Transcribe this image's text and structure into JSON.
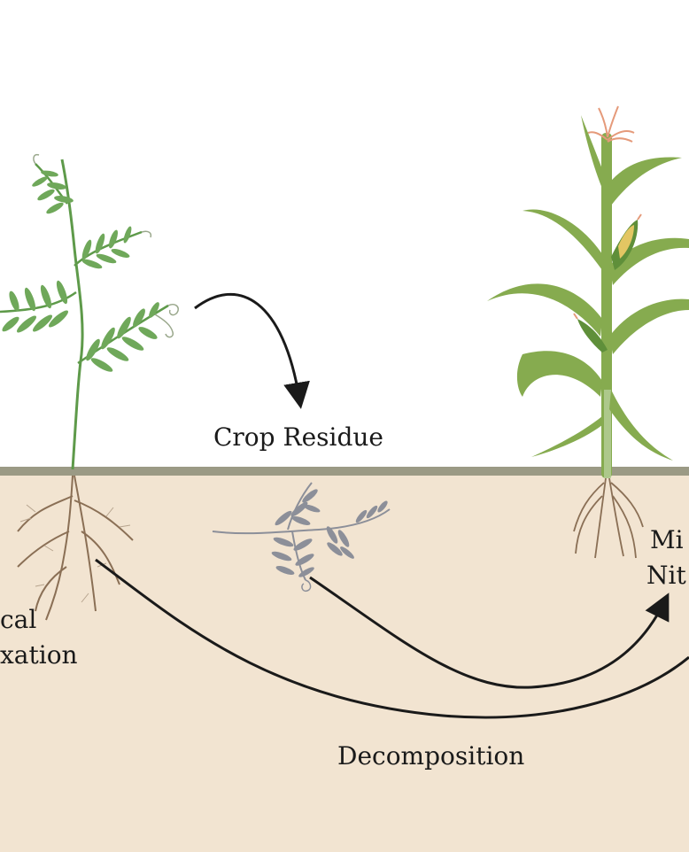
{
  "labels": {
    "crop_residue": "Crop Residue",
    "decomposition": "Decomposition",
    "left_line1": "cal",
    "left_line2": "xation",
    "right_line1": "Mi",
    "right_line2": "Nit"
  },
  "colors": {
    "sky": "#ffffff",
    "soil": "#f2e4d1",
    "ground_line": "#9b9a85",
    "leaf_green": "#6fa85a",
    "stem_green": "#5e9a4a",
    "corn_green": "#86ab4f",
    "residue_gray": "#8c8f99",
    "root_brown": "#8a6f55",
    "arrow": "#1a1a1a",
    "tassel": "#e59a7a"
  },
  "icons": [
    "vetch-plant-icon",
    "corn-plant-icon",
    "residue-icon",
    "arrow-icon"
  ]
}
